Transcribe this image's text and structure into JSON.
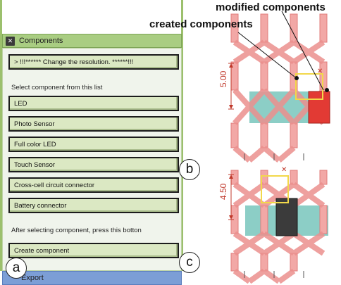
{
  "panel": {
    "header_title": "Components",
    "header_check": "✕",
    "resolution_warning": "> !!!****** Change the resolution. ******!!!",
    "select_instruction": "Select component from this list",
    "components": [
      "LED",
      "Photo Sensor",
      "Full color LED",
      "Touch Sensor",
      "Cross-cell circuit connector",
      "Battery connector"
    ],
    "after_instruction": "After selecting component, press this botton",
    "create_button": "Create component",
    "export_label": "Export"
  },
  "callouts": {
    "a": "a",
    "b": "b",
    "c": "c"
  },
  "annotations": {
    "modified": "modified components",
    "created": "created components"
  },
  "dimensions": {
    "top": "5.00",
    "bottom": "4.50"
  },
  "colors": {
    "lattice": "#e8807f",
    "teal": "#7fc9c0",
    "created_outline": "#f2d84a",
    "modified_fill_top": "#e23a34",
    "modified_fill_bottom": "#3b3b3b",
    "panel_green": "#a9cd82",
    "export_blue": "#7c9ed6"
  }
}
